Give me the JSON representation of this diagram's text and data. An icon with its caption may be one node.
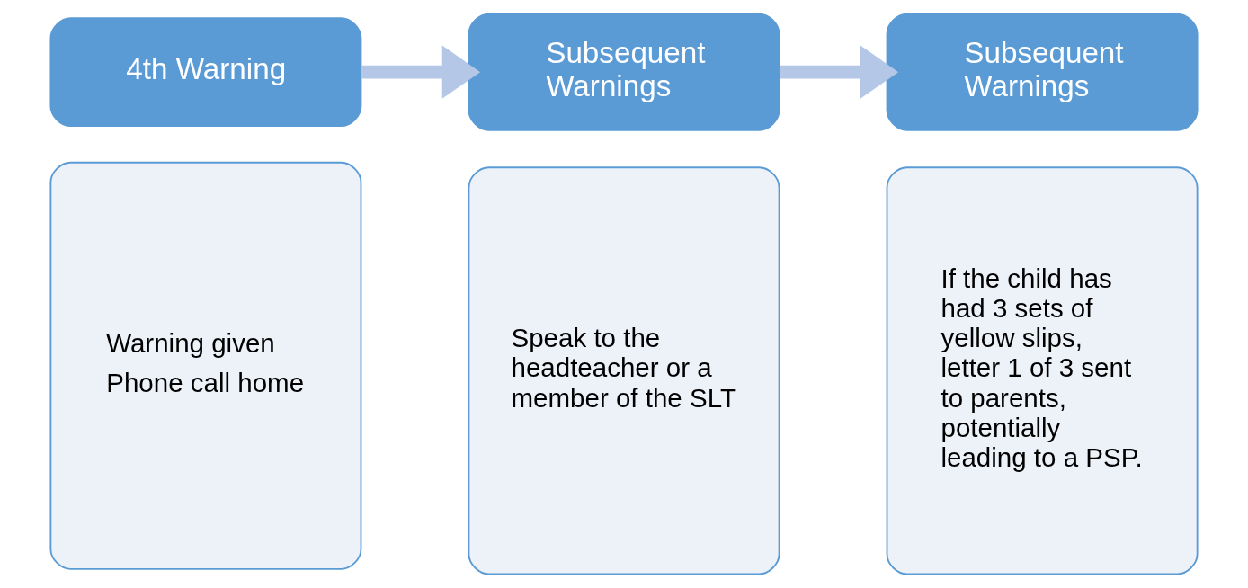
{
  "diagram": {
    "nodes": [
      {
        "text": [
          "4th Warning"
        ]
      },
      {
        "text": [
          "Warning given",
          "Phone call home"
        ]
      },
      {
        "text": [
          "Subsequent Warnings"
        ]
      },
      {
        "text": [
          "Speak to the headteacher or a member of the SLT"
        ]
      },
      {
        "text": [
          "Subsequent Warnings"
        ]
      },
      {
        "text": [
          "If the child has had 3 sets of yellow slips, letter 1 of 3 sent to parents, potentially leading to a PSP."
        ]
      }
    ],
    "edges": [
      {
        "from": 0,
        "to": 2,
        "arrow": "to",
        "color": "#b4c7e7"
      },
      {
        "from": 2,
        "to": 4,
        "arrow": "to",
        "color": "#b4c7e7"
      }
    ]
  }
}
